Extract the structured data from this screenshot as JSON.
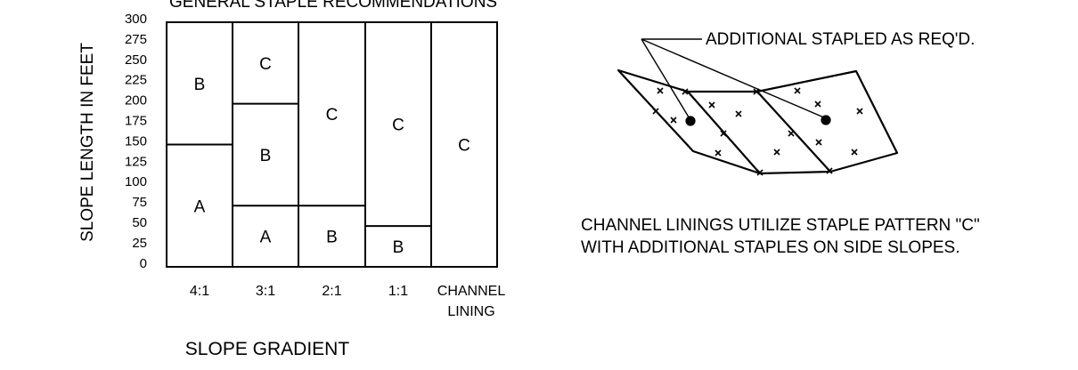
{
  "title": "GENERAL STAPLE RECOMMENDATIONS",
  "y_axis_label": "SLOPE LENGTH IN FEET",
  "x_axis_label": "SLOPE GRADIENT",
  "y_ticks": [
    "300",
    "275",
    "250",
    "225",
    "200",
    "175",
    "150",
    "125",
    "100",
    "75",
    "50",
    "25",
    "0"
  ],
  "columns": [
    {
      "label": "4:1",
      "zones": [
        {
          "letter": "A",
          "from": 0,
          "to": 150
        },
        {
          "letter": "B",
          "from": 150,
          "to": 300
        }
      ]
    },
    {
      "label": "3:1",
      "zones": [
        {
          "letter": "A",
          "from": 0,
          "to": 75
        },
        {
          "letter": "B",
          "from": 75,
          "to": 200
        },
        {
          "letter": "C",
          "from": 200,
          "to": 300
        }
      ]
    },
    {
      "label": "2:1",
      "zones": [
        {
          "letter": "B",
          "from": 0,
          "to": 75
        },
        {
          "letter": "C",
          "from": 75,
          "to": 300
        }
      ]
    },
    {
      "label": "1:1",
      "zones": [
        {
          "letter": "B",
          "from": 0,
          "to": 50
        },
        {
          "letter": "C",
          "from": 50,
          "to": 300
        }
      ]
    },
    {
      "label_line1": "CHANNEL",
      "label_line2": "LINING",
      "zones": [
        {
          "letter": "C",
          "from": 0,
          "to": 300
        }
      ]
    }
  ],
  "callout": "ADDITIONAL STAPLED AS REQ'D.",
  "note_line1": "CHANNEL LININGS UTILIZE STAPLE PATTERN \"C\"",
  "note_line2": "WITH ADDITIONAL STAPLES ON SIDE SLOPES."
}
